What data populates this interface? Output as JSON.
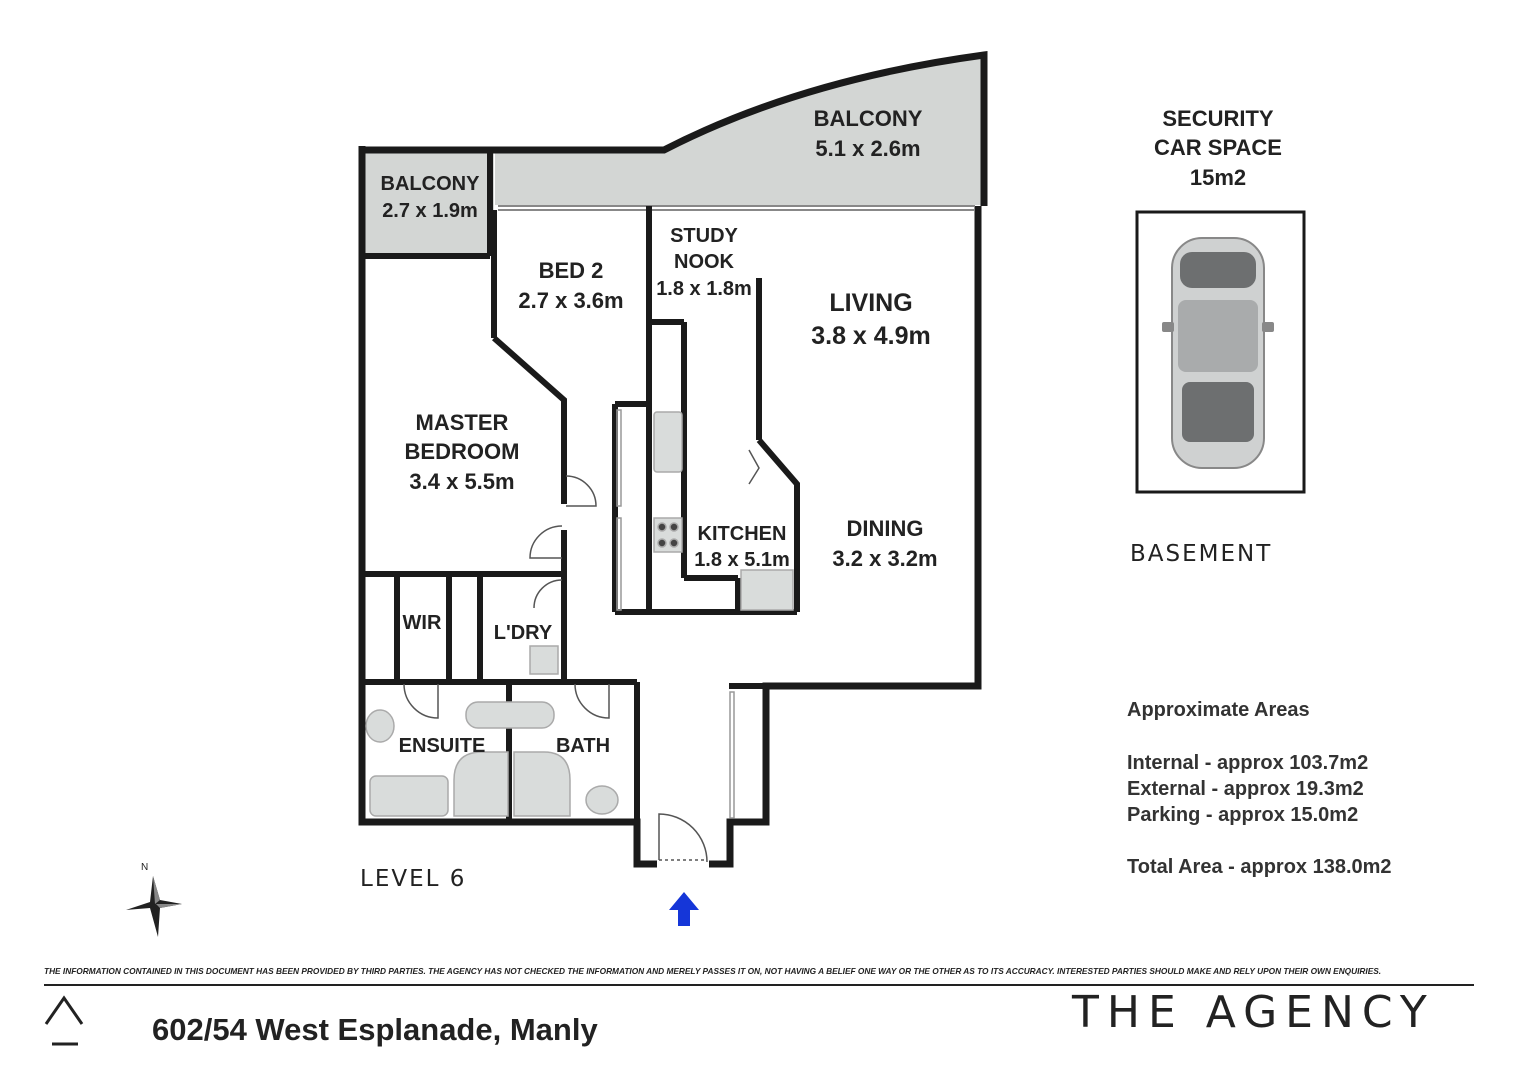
{
  "rooms": {
    "balcony_large": {
      "label": "BALCONY",
      "size": "5.1 x 2.6m"
    },
    "balcony_small": {
      "label": "BALCONY",
      "size": "2.7 x 1.9m"
    },
    "bed2": {
      "label": "BED 2",
      "size": "2.7 x 3.6m"
    },
    "study": {
      "label1": "STUDY",
      "label2": "NOOK",
      "size": "1.8 x 1.8m"
    },
    "living": {
      "label": "LIVING",
      "size": "3.8 x 4.9m"
    },
    "master": {
      "label1": "MASTER",
      "label2": "BEDROOM",
      "size": "3.4 x 5.5m"
    },
    "kitchen": {
      "label": "KITCHEN",
      "size": "1.8 x 5.1m"
    },
    "dining": {
      "label": "DINING",
      "size": "3.2 x 3.2m"
    },
    "wir": {
      "label": "WIR"
    },
    "laundry": {
      "label": "L'DRY"
    },
    "ensuite": {
      "label": "ENSUITE"
    },
    "bath": {
      "label": "BATH"
    }
  },
  "car_space": {
    "line1": "SECURITY",
    "line2": "CAR SPACE",
    "line3": "15m2"
  },
  "basement_label": "BASEMENT",
  "level_label": "LEVEL 6",
  "compass": {
    "north": "N"
  },
  "areas": {
    "heading": "Approximate Areas",
    "internal": "Internal - approx 103.7m2",
    "external": "External - approx 19.3m2",
    "parking": "Parking - approx 15.0m2",
    "total": "Total Area - approx 138.0m2"
  },
  "disclaimer": "THE INFORMATION CONTAINED IN THIS DOCUMENT HAS BEEN PROVIDED BY THIRD PARTIES. THE AGENCY HAS NOT CHECKED THE INFORMATION AND MERELY PASSES IT ON, NOT HAVING A BELIEF ONE WAY OR THE OTHER AS TO ITS ACCURACY.  INTERESTED PARTIES SHOULD MAKE AND RELY UPON THEIR OWN ENQUIRIES.",
  "address": "602/54 West Esplanade, Manly",
  "brand": "THE AGENCY",
  "colors": {
    "wall": "#1a1a1a",
    "balcony": "#d3d6d4",
    "entry_arrow": "#1536d8",
    "fixture": "#d9dcdb"
  }
}
